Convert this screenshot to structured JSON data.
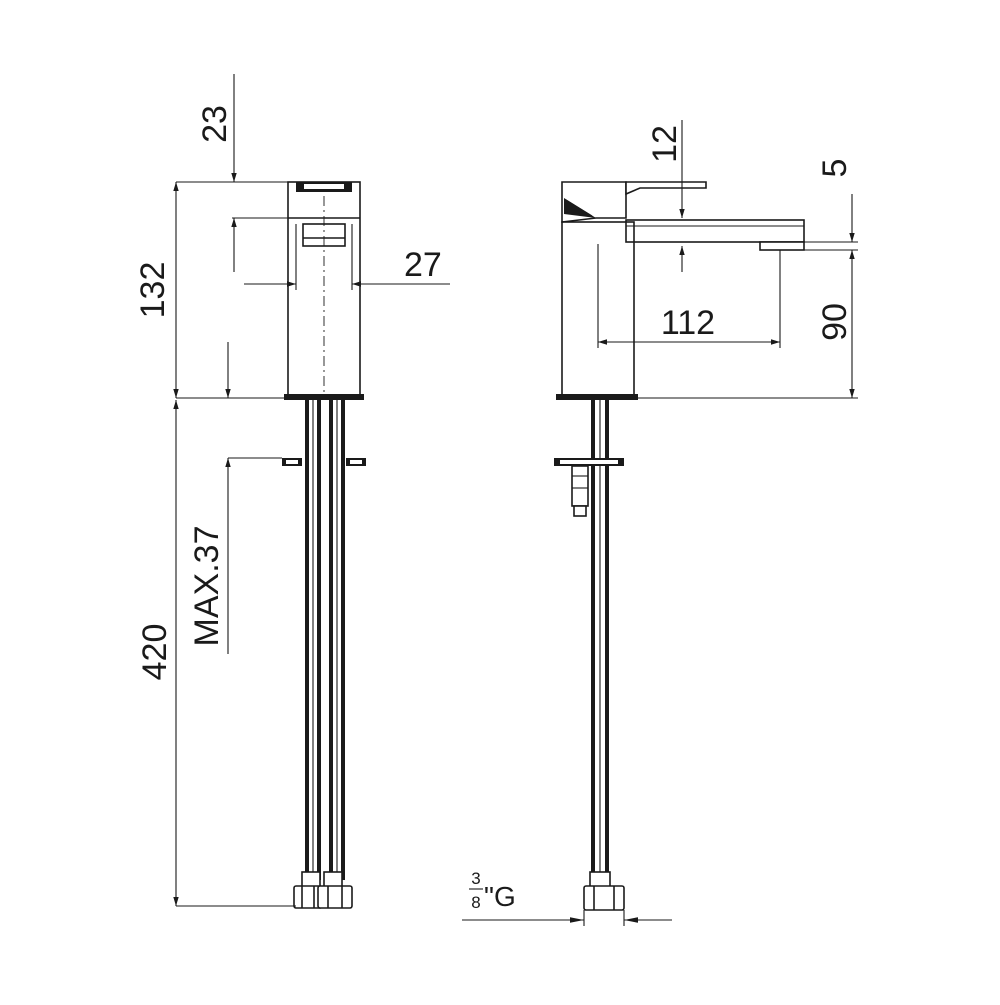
{
  "dimensions": {
    "top_offset": "23",
    "body_height": "132",
    "body_width": "27",
    "total_hose_length": "420",
    "max_thickness": "MAX.37",
    "lever_height": "12",
    "spout_offset": "5",
    "spout_reach": "112",
    "spout_height": "90"
  },
  "thread": {
    "numerator": "3",
    "denominator": "8",
    "suffix": "\"G"
  }
}
